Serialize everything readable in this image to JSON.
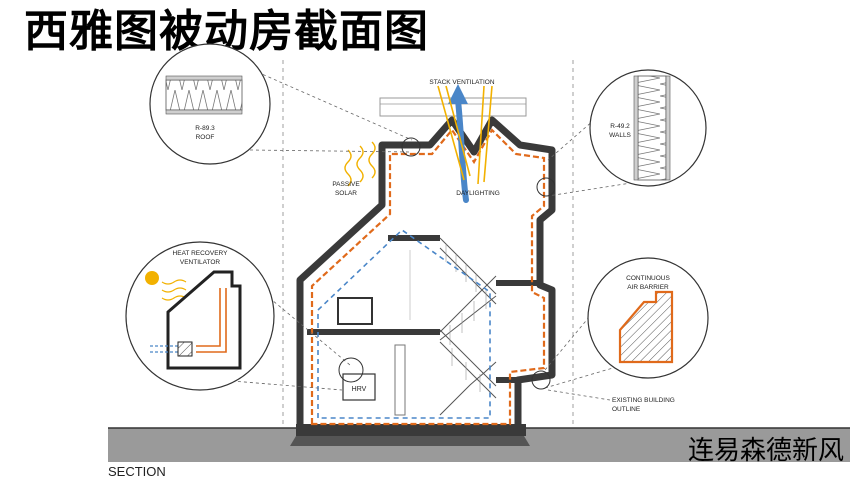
{
  "title": "西雅图被动房截面图",
  "watermark": "连易森德新风",
  "section_label": "SECTION",
  "labels": {
    "stack_ventilation": "STACK VENTILATION",
    "passive_solar_1": "PASSIVE",
    "passive_solar_2": "SOLAR",
    "daylighting": "DAYLIGHTING",
    "roof_value": "R-89.3",
    "roof_name": "ROOF",
    "walls_value": "R-49.2",
    "walls_name": "WALLS",
    "hrv_title_1": "HEAT RECOVERY",
    "hrv_title_2": "VENTILATOR",
    "air_barrier_1": "CONTINUOUS",
    "air_barrier_2": "AIR BARRIER",
    "hrv_box": "HRV",
    "existing_1": "EXISTING BUILDING",
    "existing_2": "OUTLINE"
  },
  "colors": {
    "ink": "#222222",
    "wall": "#3a3a3a",
    "barrier": "#e06a1b",
    "existing_outline": "#4a86c8",
    "sun": "#f2b100",
    "ground": "#9a9a9a"
  }
}
